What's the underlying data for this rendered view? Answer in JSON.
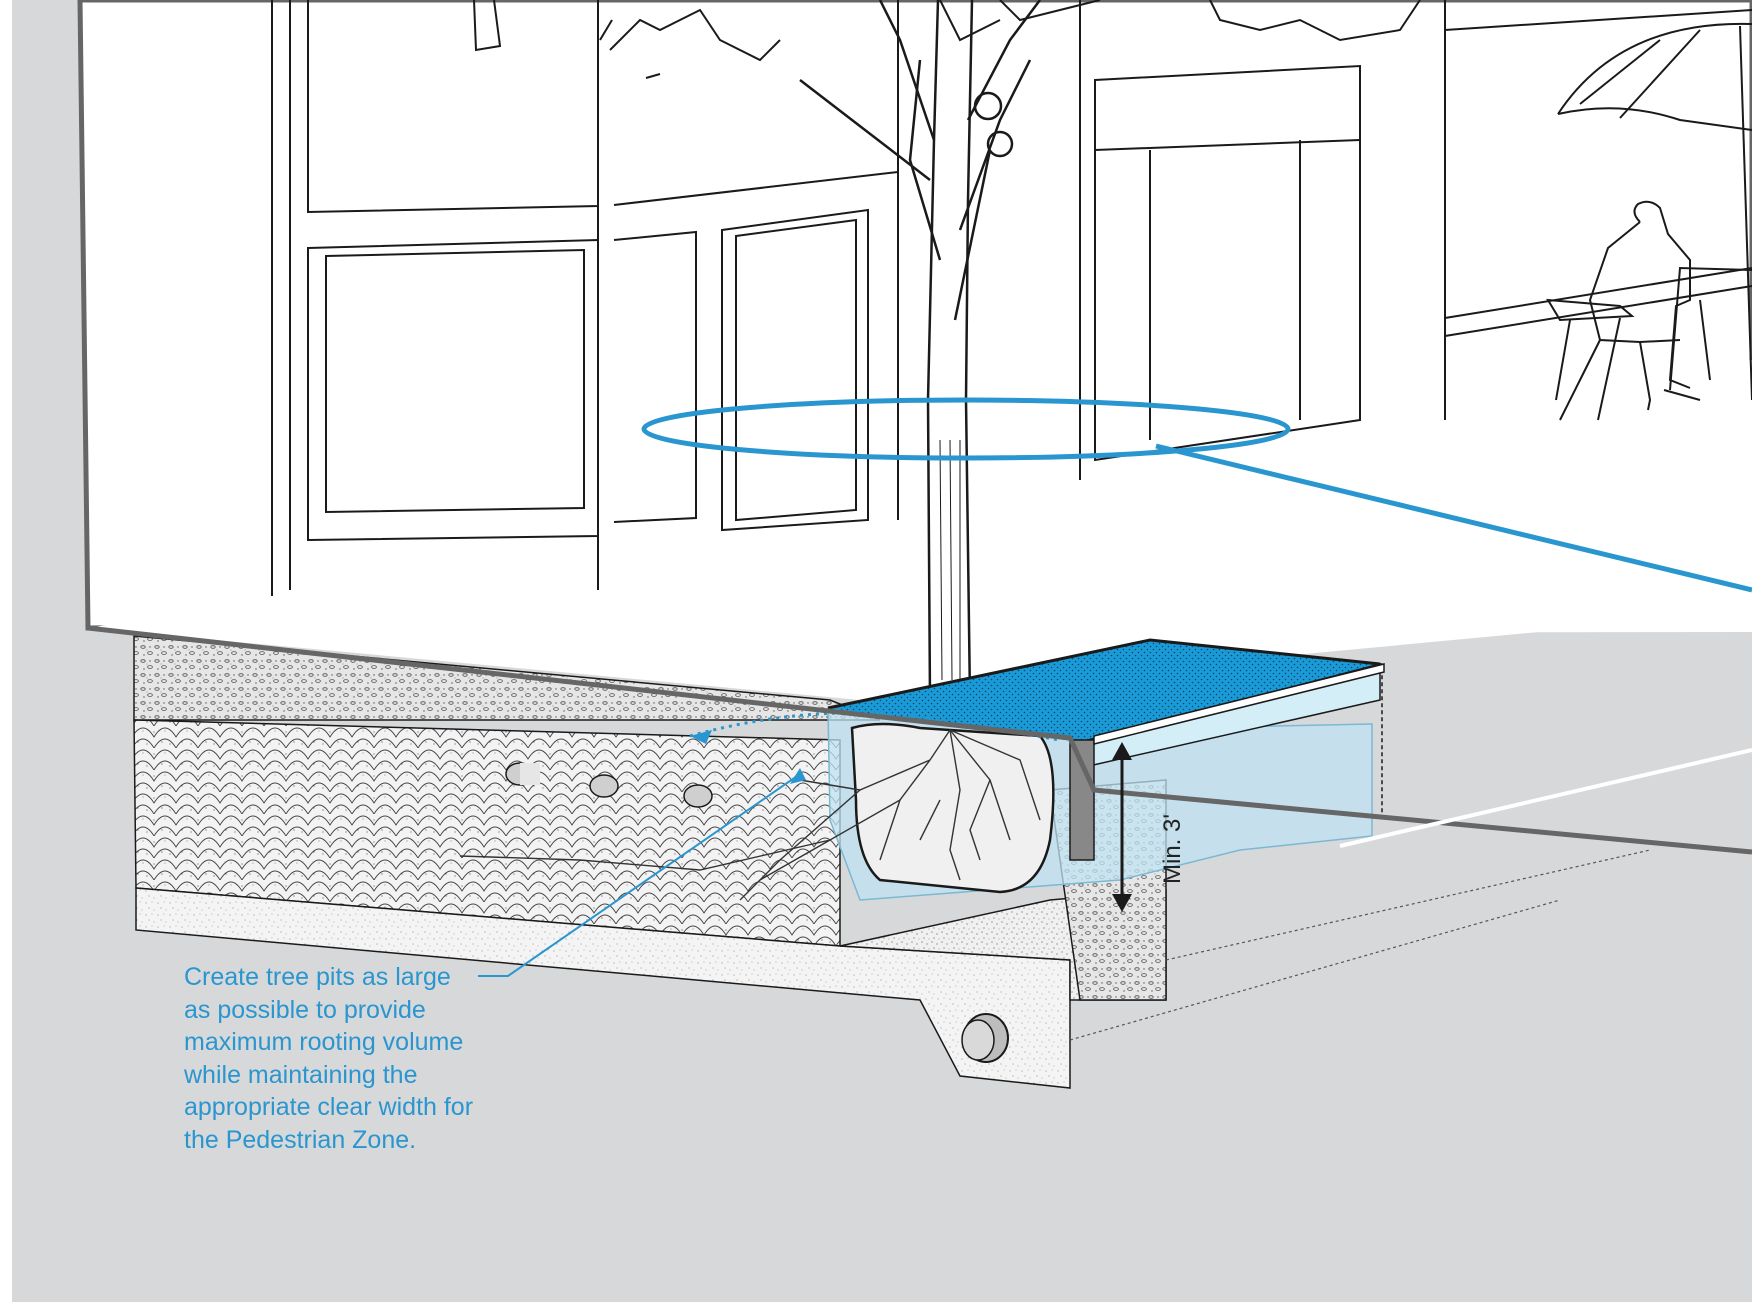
{
  "colors": {
    "accent_blue": "#2a96cf",
    "grate_blue": "#1a9ad6",
    "soil_zone_blue": "#bfe3f2",
    "ground_gray": "#d7d8da",
    "line_dark": "#1a1a1a"
  },
  "callout": {
    "lines": [
      "Create tree pits as large",
      "as possible to provide",
      "maximum rooting volume",
      "while maintaining the",
      "appropriate clear width for",
      "the Pedestrian Zone."
    ]
  },
  "dimension": {
    "label": "Min. 3'"
  },
  "icons": {
    "tree": "tree-icon",
    "person": "seated-person-icon",
    "umbrella": "patio-umbrella-icon",
    "pipes": "utility-pipe-icon",
    "arrow": "double-arrow-icon"
  }
}
